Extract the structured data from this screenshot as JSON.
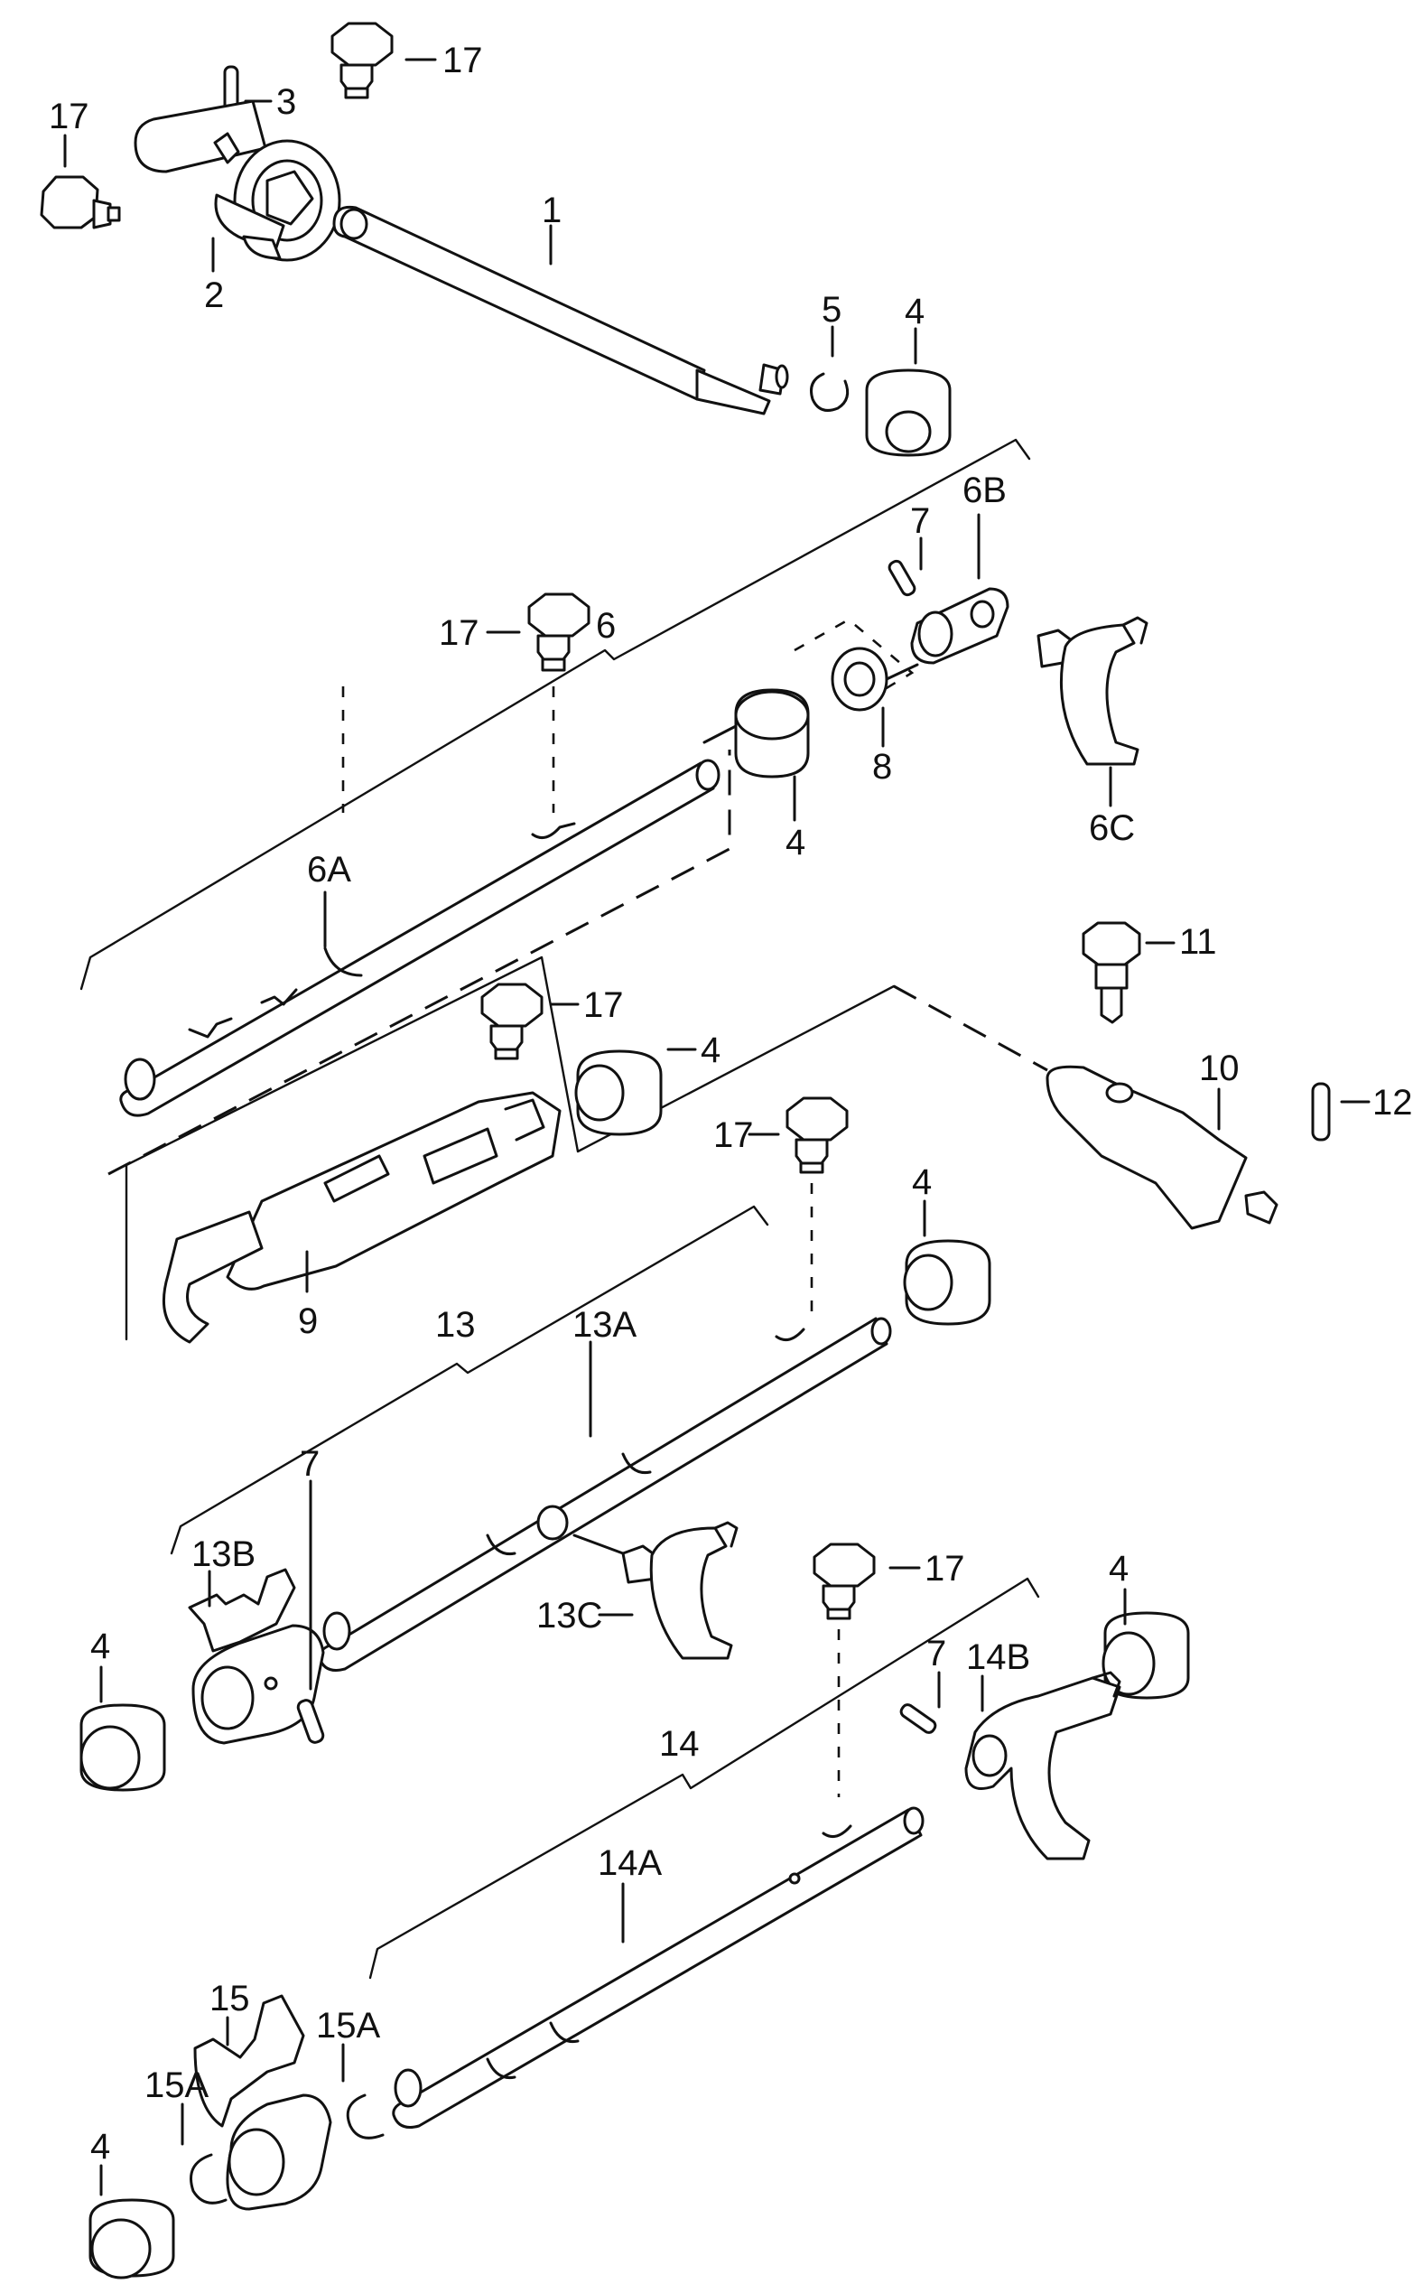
{
  "labels": {
    "l1": "1",
    "l2": "2",
    "l3": "3",
    "l4": "4",
    "l5": "5",
    "l6": "6",
    "l6A": "6A",
    "l6B": "6B",
    "l6C": "6C",
    "l7": "7",
    "l8": "8",
    "l9": "9",
    "l10": "10",
    "l11": "11",
    "l12": "12",
    "l13": "13",
    "l13A": "13A",
    "l13B": "13B",
    "l13C": "13C",
    "l14": "14",
    "l14A": "14A",
    "l14B": "14B",
    "l15": "15",
    "l15A": "15A",
    "l17": "17"
  }
}
